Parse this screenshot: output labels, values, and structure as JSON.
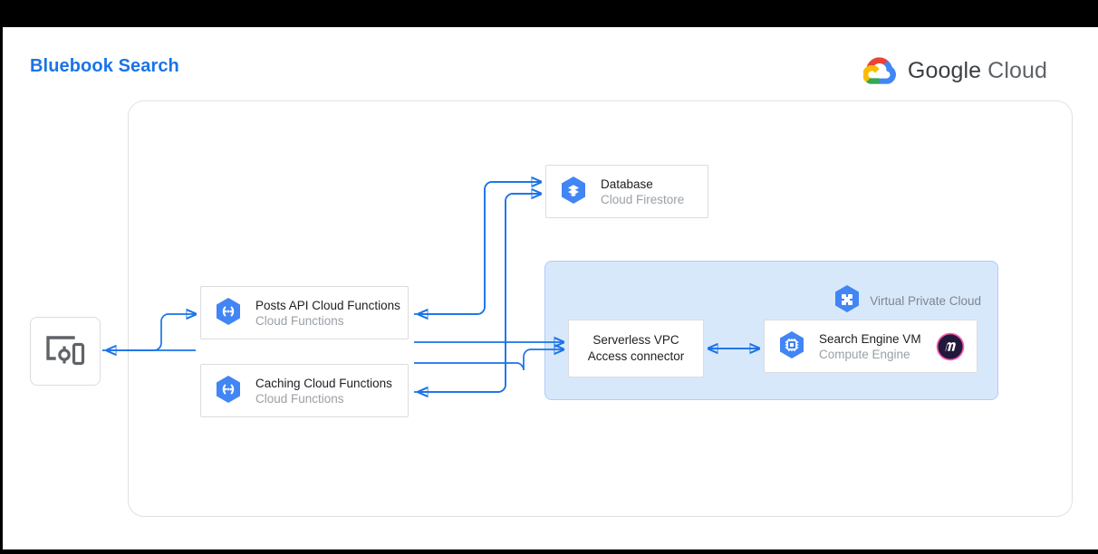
{
  "header": {
    "title": "Bluebook Search",
    "brand": {
      "name": "Google",
      "product": "Cloud",
      "icon": "google-cloud-logo"
    }
  },
  "diagram": {
    "type": "architecture-diagram",
    "colors": {
      "title_blue": "#1a73e8",
      "connector_blue": "#1a73e8",
      "gcp_icon_blue": "#4285f4",
      "vpc_fill": "#d8e8fb",
      "vpc_border": "#aecbfa",
      "node_border": "#dadce0",
      "subtitle_gray": "#9aa0a6",
      "meilisearch_pink": "#ff5caa",
      "meilisearch_dark": "#21183c"
    },
    "client": {
      "label": "",
      "icon": "multiple-devices-icon"
    },
    "nodes": [
      {
        "id": "database",
        "title": "Database",
        "subtitle": "Cloud Firestore",
        "icon": "cloud-firestore-icon",
        "stacked": false
      },
      {
        "id": "posts",
        "title": "Posts API Cloud Functions",
        "subtitle": "Cloud Functions",
        "icon": "cloud-functions-icon",
        "stacked": true
      },
      {
        "id": "caching",
        "title": "Caching Cloud Functions",
        "subtitle": "Cloud Functions",
        "icon": "cloud-functions-icon",
        "stacked": true
      },
      {
        "id": "vm",
        "title": "Search Engine VM",
        "subtitle": "Compute Engine",
        "icon": "compute-engine-icon",
        "stacked": true,
        "badge": "meilisearch-logo"
      }
    ],
    "groups": [
      {
        "id": "vpc",
        "label": "Virtual Private Cloud",
        "icon": "virtual-private-cloud-icon"
      }
    ],
    "boxes": [
      {
        "id": "vpc-connector",
        "line1": "Serverless VPC",
        "line2": "Access connector"
      }
    ],
    "edges": [
      {
        "from": "client",
        "to": "posts",
        "direction": "right"
      },
      {
        "from": "posts",
        "to": "client",
        "direction": "left"
      },
      {
        "from": "posts",
        "to": "database",
        "direction": "right"
      },
      {
        "from": "database",
        "to": "posts",
        "direction": "left"
      },
      {
        "from": "caching",
        "to": "database",
        "direction": "right"
      },
      {
        "from": "database",
        "to": "caching",
        "direction": "left"
      },
      {
        "from": "posts",
        "to": "vpc-connector",
        "direction": "right"
      },
      {
        "from": "caching",
        "to": "vpc-connector",
        "direction": "right"
      },
      {
        "from": "vpc-connector",
        "to": "vm",
        "direction": "both"
      }
    ]
  }
}
